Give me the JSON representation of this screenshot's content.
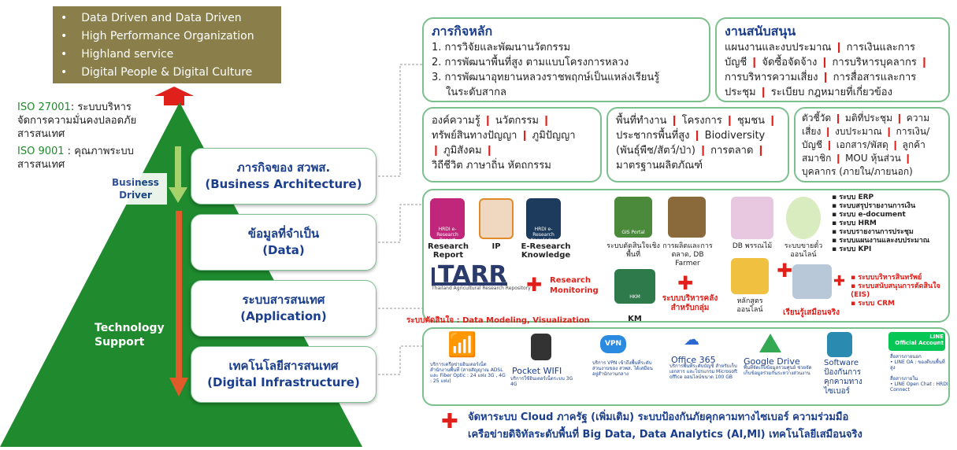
{
  "vision": [
    "Data Driven and Data Driven",
    "High Performance Organization",
    "Highland service",
    "Digital People & Digital Culture"
  ],
  "iso": {
    "a_code": "ISO 27001",
    "a_text": ": ระบบบริหาร",
    "a_text2": "จัดการความมั่นคงปลอดภัย",
    "a_text3": "สารสนเทศ",
    "b_code": "ISO 9001",
    "b_text": " : คุณภาพระบบ",
    "b_text2": "สารสนเทศ"
  },
  "drivers": {
    "business": "Business",
    "business2": "Driver",
    "tech": "Technology",
    "tech2": "Support"
  },
  "layers": [
    {
      "th": "ภารกิจของ สวพส.",
      "en": "(Business Architecture)"
    },
    {
      "th": "ข้อมูลที่จำเป็น",
      "en": "(Data)"
    },
    {
      "th": "ระบบสารสนเทศ",
      "en": "(Application)"
    },
    {
      "th": "เทคโนโลยีสารสนเทศ",
      "en": "(Digital Infrastructure)"
    }
  ],
  "mission": {
    "title": "ภารกิจหลัก",
    "items": [
      "1. การวิจัยและพัฒนานวัตกรรม",
      "2. การพัฒนาพื้นที่สูง ตามแบบโครงการหลวง",
      "3. การพัฒนาอุทยานหลวงราชพฤกษ์เป็นแหล่งเรียนรู้",
      "ในระดับสากล"
    ]
  },
  "support": {
    "title": "งานสนับสนุน",
    "lines": [
      "แผนงานและงบประมาณ ❙ การเงินและการ",
      "บัญชี ❙ จัดซื้อจัดจ้าง ❙ การบริหารบุคลากร ❙",
      "การบริหารความเสี่ยง ❙ การสื่อสารและการ",
      "ประชุม ❙ ระเบียบ กฎหมายที่เกี่ยวข้อง"
    ]
  },
  "data_boxes": [
    [
      "องค์ความรู้ ❙ นวัตกรรม ❙",
      "ทรัพย์สินทางปัญญา ❙ ภูมิปัญญา",
      "❙ ภูมิสังคม ❙",
      "วิถีชีวิต ภาษาถิ่น หัตถกรรม"
    ],
    [
      "พื้นที่ทำงาน ❙ โครงการ ❙ ชุมชน ❙",
      "ประชากรพื้นที่สูง ❙ Biodiversity",
      "(พันธุ์พืช/สัตว์/ป่า) ❙ การตลาด ❙",
      "มาตรฐานผลิตภัณฑ์"
    ],
    [
      "ตัวชี้วัด ❙ มติที่ประชุม ❙ ความ",
      "เสี่ยง ❙ งบประมาณ ❙ การเงิน/",
      "บัญชี ❙ เอกสาร/พัสดุ ❙ ลูกค้า",
      "สมาชิก ❙ MOU หุ้นส่วน ❙",
      "บุคลากร (ภายใน/ภายนอก)"
    ]
  ],
  "apps": {
    "research_report": "Research Report",
    "ip": "IP",
    "e_research": "E-Research Knowledge",
    "icon_report": "HRDI e-Research Report",
    "icon_knowledge": "HRDI e-Research Knowledge",
    "gis_portal": "GIS Portal",
    "gis": "ระบบตัดสินใจเชิงพื้นที่",
    "db_farmer": "การผลิตและการตลาด, DB Farmer",
    "db_plant": "DB พรรณไม้",
    "shop": "ระบบขายตั๋วออนไลน์",
    "tarr": "TARR",
    "tarr_sub": "Thailand Agricultural Research Repository",
    "research_monitoring": "Research Monitoring",
    "km": "KM",
    "km_icon": "HKM",
    "warehouse": "ระบบบริหารคลังสำหรับกลุ่ม",
    "course": "หลักสูตรออนไลน์",
    "vr": "เรียนรู้เสมือนจริง",
    "decision": "ระบบตัดสินใจ : Data Modeling, Visualization",
    "erp_list": [
      "ระบบ ERP",
      "ระบบสรุปรายงานการเงิน",
      "ระบบ e-document",
      "ระบบ HRM",
      "ระบบรายงานการประชุม",
      "ระบบแผนงานและงบประมาณ",
      "ระบบ KPI"
    ],
    "red_list": [
      "ระบบบริหารสินทรัพย์",
      "ระบบสนับสนุนการตัดสินใจ (EIS)",
      "ระบบ CRM"
    ]
  },
  "infra": {
    "wifi_desc": "บริการเครือข่ายอินเตอร์เน็ต สำนักงานพื้นที่ (สายสัญญาณ ADSL และ Fiber Optic : 24 แห่ง 3G , 4G : 25 แห่ง)",
    "pocket": "Pocket WIFI",
    "pocket_desc": "บริการใช้อินเตอร์เน็ตระบบ 3G 4G",
    "vpn": "VPN",
    "vpn_desc": "บริการ VPN เข้าถึงพื้นที่ระดับส่วนงานของ สวพส. ได้เสมือนอยู่สำนักงานกลาง",
    "office": "Office 365",
    "office_desc": "บริการพื้นที่ระดับบัญชี สำหรับเก็บเอกสาร และโปรแกรม Microsoft office ออนไลน์ขนาด 100 GB",
    "gdrive": "Google Drive",
    "gdrive_desc": "พื้นที่จัดเก็บข้อมูลรวมศูนย์ ช่วยจัดเก็บข้อมูลร่วมกันระหว่างส่วนงาน",
    "software": "Software ป้องกันการคุกคามทางไซเบอร์",
    "line_label": "LINE",
    "line_official": "Official Account",
    "line_a": "สื่อสารภายนอก",
    "line_a2": "• LINE OA : ของดีบนพื้นที่สูง",
    "line_b": "สื่อสารภายใน",
    "line_b2": "• LINE Open Chat : HRDI Connect"
  },
  "footer": [
    "จัดหาระบบ Cloud ภาครัฐ (เพิ่มเติม) ระบบป้องกันภัยคุกคามทางไซเบอร์ ความร่วมมือ",
    "เครือข่ายดิจิทัลระดับพื้นที่ Big Data, Data Analytics (AI,Ml) เทคโนโลยีเสมือนจริง"
  ],
  "colors": {
    "pyramid": "#1f8a2e",
    "arrow": "#e05a2a",
    "title": "#1a3e8c",
    "border": "#7cc08e"
  }
}
